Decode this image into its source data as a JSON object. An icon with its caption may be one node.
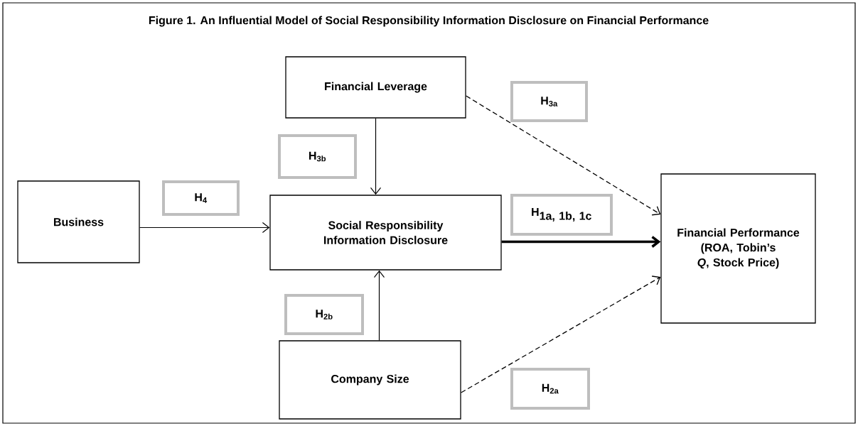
{
  "diagram": {
    "title": "Figure 1. An Influential Model of Social Responsibility Information Disclosure on Financial Performance",
    "nodes": [
      {
        "text": [
          "Financial Leverage"
        ]
      },
      {
        "text": [
          "H$_{3a}$"
        ]
      },
      {
        "text": [
          "H$_{3b}$"
        ]
      },
      {
        "text": [
          "Business"
        ]
      },
      {
        "text": [
          "H$_{4}$"
        ]
      },
      {
        "text": [
          "Social Responsibility Information Disclosure"
        ]
      },
      {
        "text": [
          "\\textbf{H} _{\\textbf{1a, 1b, 1c}}"
        ]
      },
      {
        "text": [
          "Financial Performance (ROA, Tobin’s *Q*, Stock Price)"
        ]
      },
      {
        "text": [
          "H$_{2b}$"
        ]
      },
      {
        "text": [
          "Company Size"
        ]
      },
      {
        "text": [
          "H$_{2a}$"
        ]
      }
    ],
    "edges": [
      {
        "from": 0,
        "to": 5,
        "arrow": "to"
      },
      {
        "from": 0,
        "to": 7,
        "arrow": "to",
        "style": "dashed"
      },
      {
        "from": 3,
        "to": 5,
        "arrow": "to"
      },
      {
        "from": 5,
        "to": 7,
        "arrow": "to",
        "style": "thick"
      },
      {
        "from": 9,
        "to": 5,
        "arrow": "to"
      },
      {
        "from": 9,
        "to": 7,
        "arrow": "to",
        "style": "dashed"
      }
    ]
  }
}
